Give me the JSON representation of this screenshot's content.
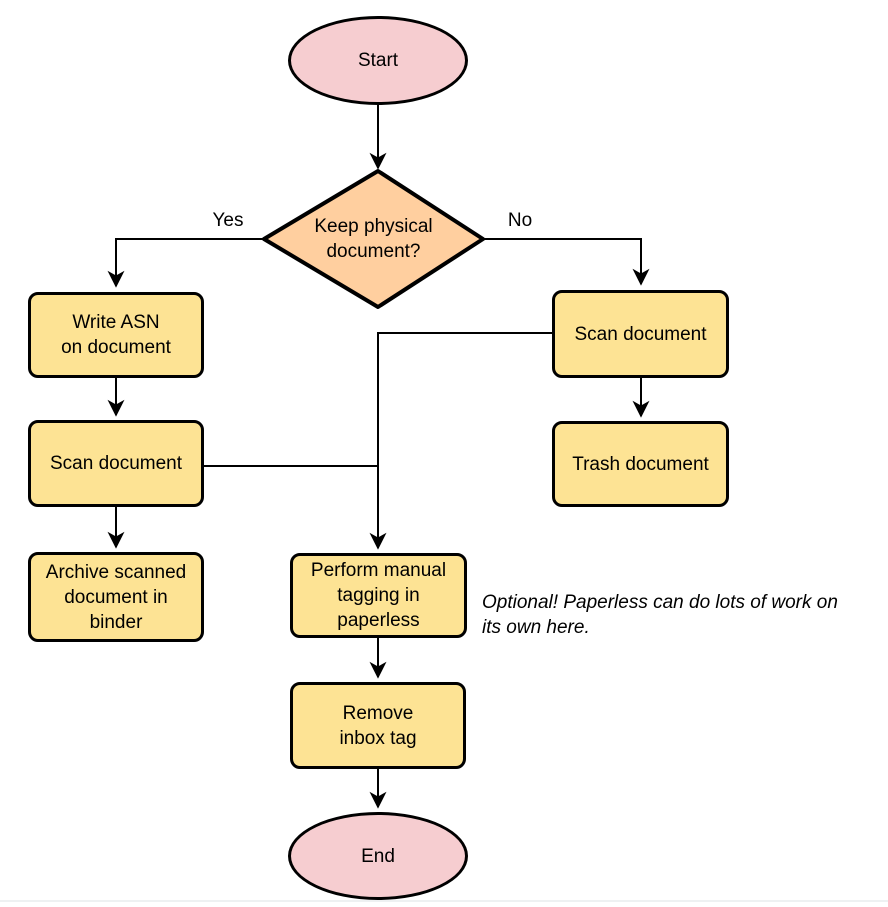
{
  "diagram": {
    "type": "flowchart",
    "nodes": {
      "start": {
        "label": "Start",
        "shape": "ellipse"
      },
      "decision": {
        "label": "Keep physical\ndocument?",
        "shape": "diamond"
      },
      "write_asn": {
        "label": "Write ASN\non document",
        "shape": "rounded-rect"
      },
      "scan_left": {
        "label": "Scan document",
        "shape": "rounded-rect"
      },
      "archive": {
        "label": "Archive scanned\ndocument in\nbinder",
        "shape": "rounded-rect"
      },
      "scan_right": {
        "label": "Scan document",
        "shape": "rounded-rect"
      },
      "trash": {
        "label": "Trash document",
        "shape": "rounded-rect"
      },
      "tagging": {
        "label": "Perform manual\ntagging in\npaperless",
        "shape": "rounded-rect"
      },
      "remove_inbox": {
        "label": "Remove\ninbox tag",
        "shape": "rounded-rect"
      },
      "end": {
        "label": "End",
        "shape": "ellipse"
      }
    },
    "edge_labels": {
      "yes": "Yes",
      "no": "No"
    },
    "edges": [
      {
        "from": "start",
        "to": "decision",
        "label": ""
      },
      {
        "from": "decision",
        "to": "write_asn",
        "label": "Yes"
      },
      {
        "from": "decision",
        "to": "scan_right",
        "label": "No"
      },
      {
        "from": "write_asn",
        "to": "scan_left",
        "label": ""
      },
      {
        "from": "scan_left",
        "to": "archive",
        "label": ""
      },
      {
        "from": "scan_right",
        "to": "trash",
        "label": ""
      },
      {
        "from": "scan_left",
        "to": "tagging",
        "label": ""
      },
      {
        "from": "scan_right",
        "to": "tagging",
        "label": ""
      },
      {
        "from": "tagging",
        "to": "remove_inbox",
        "label": ""
      },
      {
        "from": "remove_inbox",
        "to": "end",
        "label": ""
      }
    ],
    "annotation": "Optional! Paperless can do lots of work on\nits own here."
  },
  "colors": {
    "background": "#ffffff",
    "stroke": "#000000",
    "terminal_fill": "#f6cdd0",
    "decision_fill": "#ffcf9f",
    "process_fill": "#fde394",
    "footer_rule": "#eef1f2"
  }
}
